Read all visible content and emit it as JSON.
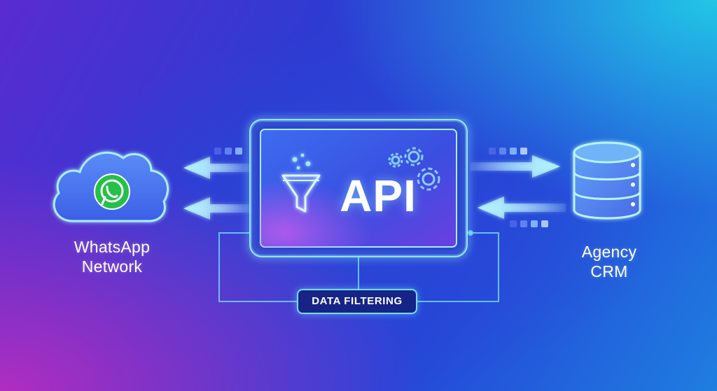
{
  "diagram": {
    "center": {
      "title": "API"
    },
    "left_node": {
      "label_line1": "WhatsApp",
      "label_line2": "Network",
      "icon": "whatsapp-cloud-icon"
    },
    "right_node": {
      "label_line1": "Agency",
      "label_line2": "CRM",
      "icon": "database-icon"
    },
    "bottom_pill": {
      "label": "DATA FILTERING"
    },
    "center_icons": [
      "funnel-icon",
      "gears-icon"
    ],
    "connections": [
      {
        "from": "API",
        "to": "WhatsApp Network",
        "count": 2
      },
      {
        "from": "API",
        "to": "Agency CRM",
        "count": 1
      },
      {
        "from": "Agency CRM",
        "to": "API",
        "count": 1
      }
    ]
  },
  "colors": {
    "accent_cyan": "#6fe0ff",
    "whatsapp_green": "#25c049",
    "panel_glow": "#8fe6ff",
    "background_start": "#5a2bd0",
    "background_end": "#1f7ee0"
  }
}
